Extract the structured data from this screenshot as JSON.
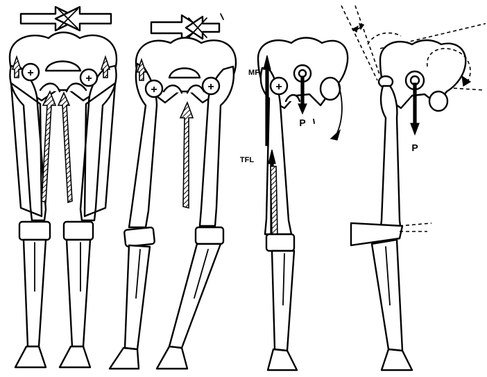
{
  "labels": {
    "mf": "MF",
    "tfl": "TFL",
    "p_weight_3": "P",
    "p_weight_4": "P",
    "hip_plus": "+"
  },
  "colors": {
    "ink": "#000000",
    "background": "#ffffff"
  },
  "icons": {
    "compression_arrows": "opposing-arrows-with-cross",
    "muscle_force": "hatched-arrow",
    "rotation": "curved-arrow"
  }
}
